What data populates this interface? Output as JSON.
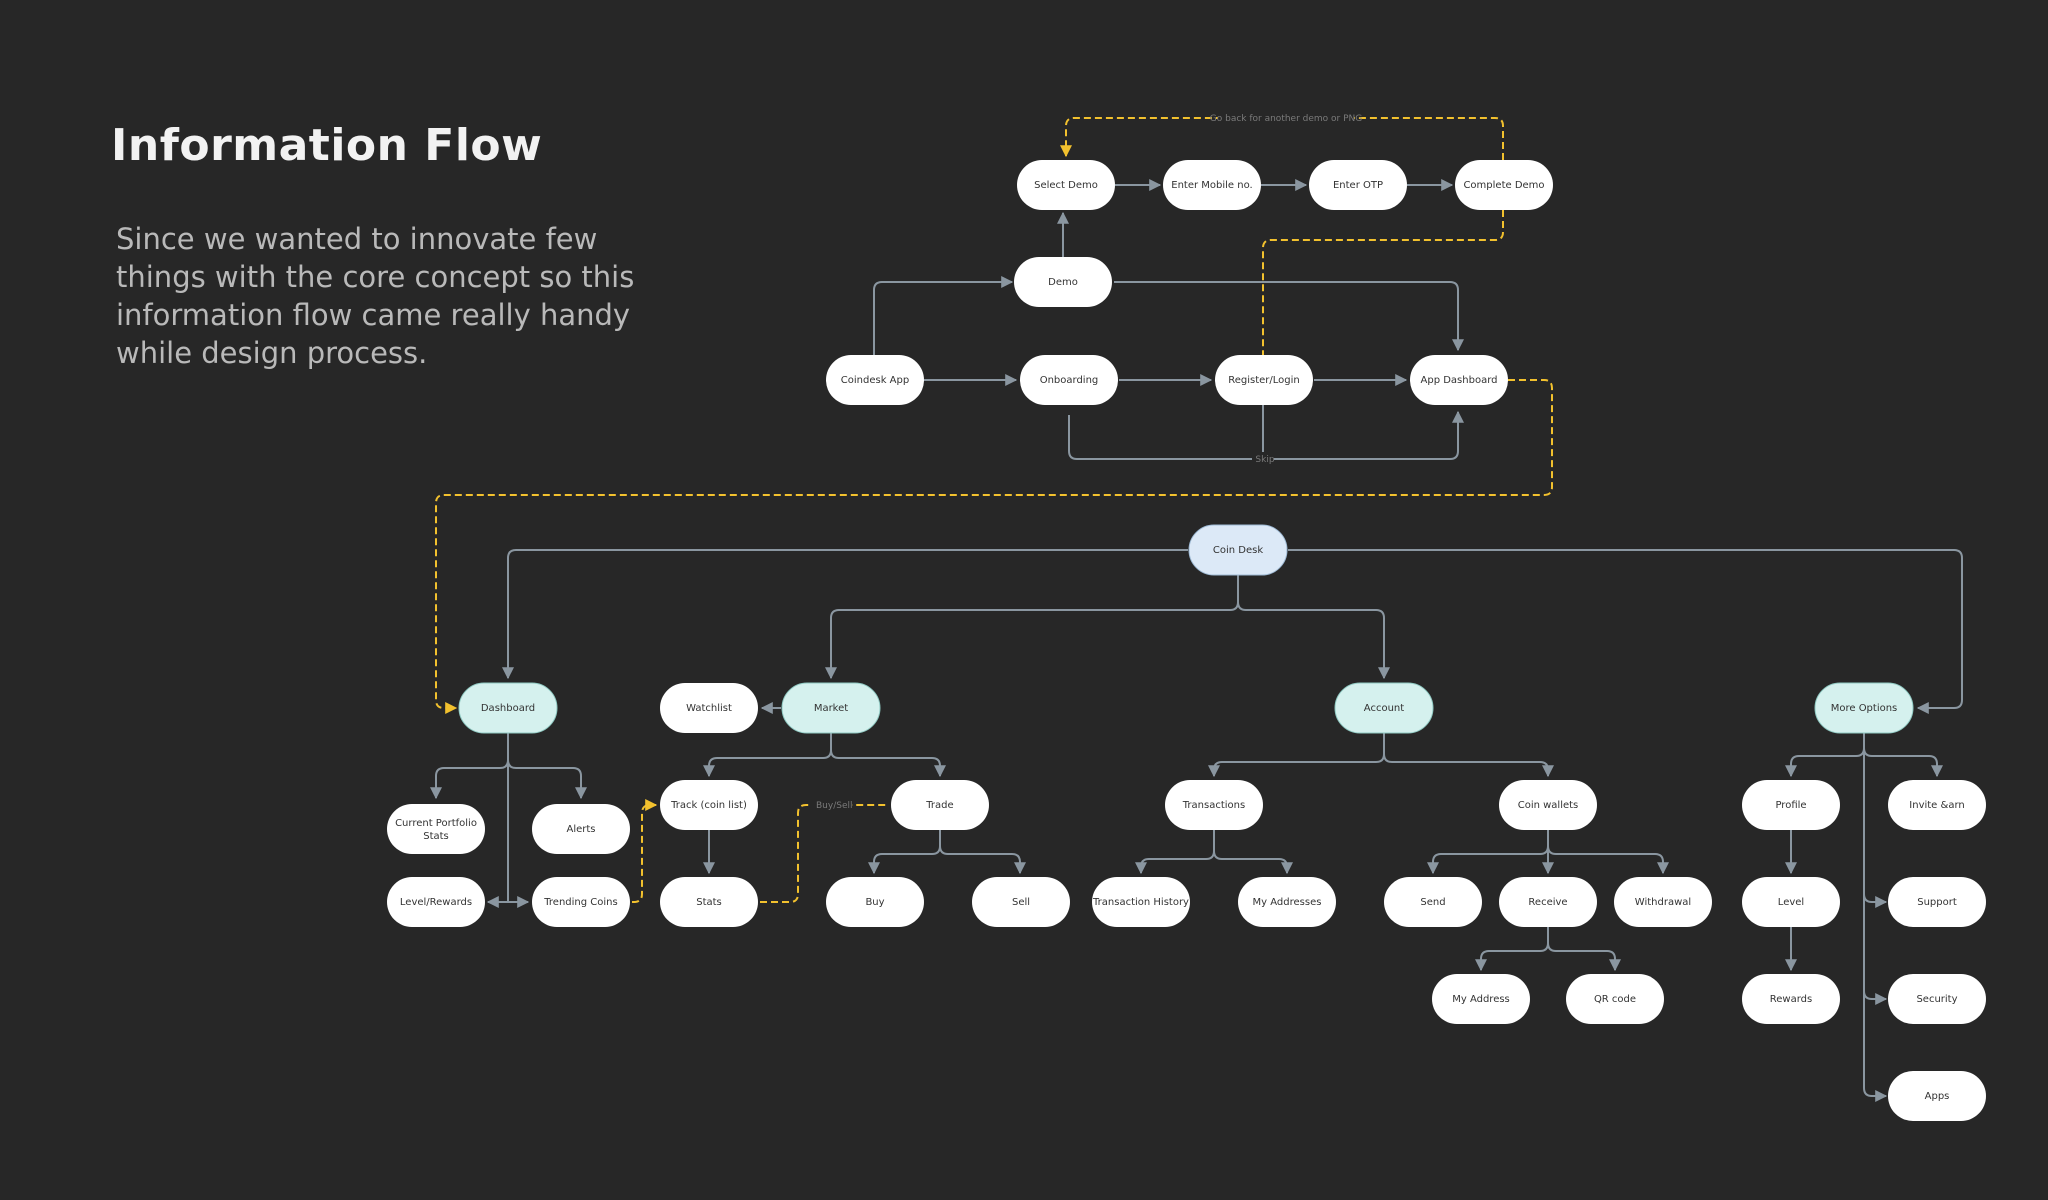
{
  "header": {
    "title": "Information Flow",
    "description": "Since we wanted to innovate few things with the core concept so this information flow came really handy while design process."
  },
  "colors": {
    "background": "#272727",
    "connector": "#8a96a0",
    "dashed": "#f2c12e",
    "node_white": "#ffffff",
    "node_blue": "#dce9f7",
    "node_teal": "#d5f1ee"
  },
  "annotations": {
    "go_back": "Go back for another demo or PNG",
    "skip": "Skip",
    "buy_sell": "Buy/Sell"
  },
  "nodes": {
    "select_demo": "Select Demo",
    "enter_mobile": "Enter Mobile no.",
    "enter_otp": "Enter OTP",
    "complete_demo": "Complete Demo",
    "demo": "Demo",
    "coindesk_app": "Coindesk App",
    "onboarding": "Onboarding",
    "register_login": "Register/Login",
    "app_dashboard": "App Dashboard",
    "coin_desk": "Coin Desk",
    "dashboard": "Dashboard",
    "watchlist": "Watchlist",
    "market": "Market",
    "account": "Account",
    "more_options": "More Options",
    "current_portfolio_line1": "Current Portfolio",
    "current_portfolio_line2": "Stats",
    "alerts": "Alerts",
    "level_rewards": "Level/Rewards",
    "trending_coins": "Trending Coins",
    "track": "Track (coin list)",
    "stats": "Stats",
    "trade": "Trade",
    "buy": "Buy",
    "sell": "Sell",
    "transactions": "Transactions",
    "transaction_history": "Transaction History",
    "my_addresses": "My Addresses",
    "coin_wallets": "Coin wallets",
    "send": "Send",
    "receive": "Receive",
    "withdrawal": "Withdrawal",
    "my_address": "My Address",
    "qr_code": "QR code",
    "profile": "Profile",
    "level": "Level",
    "rewards": "Rewards",
    "invite": "Invite &arn",
    "support": "Support",
    "security": "Security",
    "apps": "Apps"
  }
}
